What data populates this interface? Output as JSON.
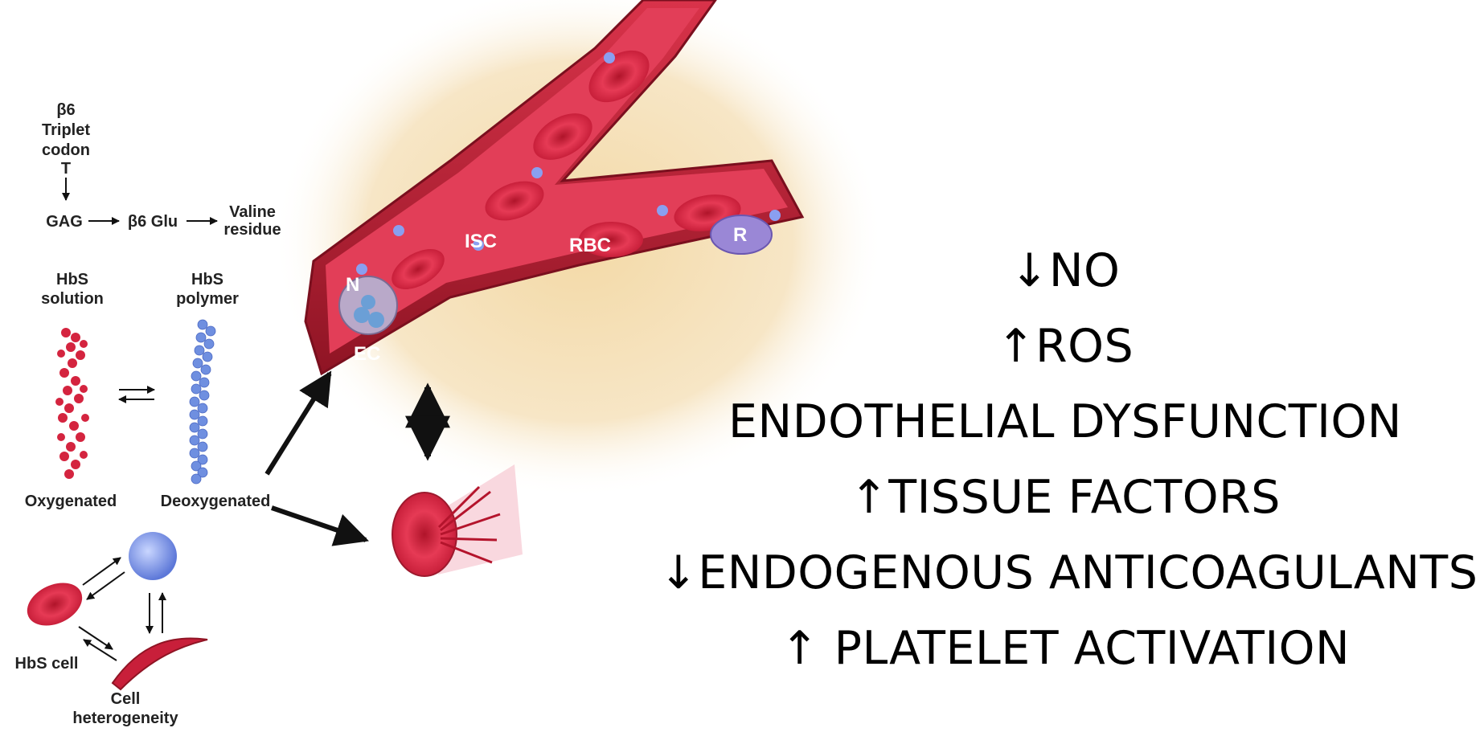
{
  "mutation": {
    "codon_title_1": "β6",
    "codon_title_2": "Triplet",
    "codon_title_3": "codon",
    "codon_base": "T",
    "gag": "GAG",
    "glu": "β6 Glu",
    "valine_1": "Valine",
    "valine_2": "residue"
  },
  "polymer": {
    "solution_1": "HbS",
    "solution_2": "solution",
    "polymer_1": "HbS",
    "polymer_2": "polymer",
    "oxygenated": "Oxygenated",
    "deoxygenated": "Deoxygenated"
  },
  "cells": {
    "hbs_cell": "HbS cell",
    "heterogeneity_1": "Cell",
    "heterogeneity_2": "heterogeneity"
  },
  "vessel": {
    "ec": "EC",
    "n": "N",
    "isc": "ISC",
    "rbc": "RBC",
    "r": "R"
  },
  "effects": [
    "↓NO",
    "↑ROS",
    "ENDOTHELIAL DYSFUNCTION",
    "↑TISSUE FACTORS",
    "↓ENDOGENOUS ANTICOAGULANTS",
    "↑ PLATELET ACTIVATION"
  ]
}
